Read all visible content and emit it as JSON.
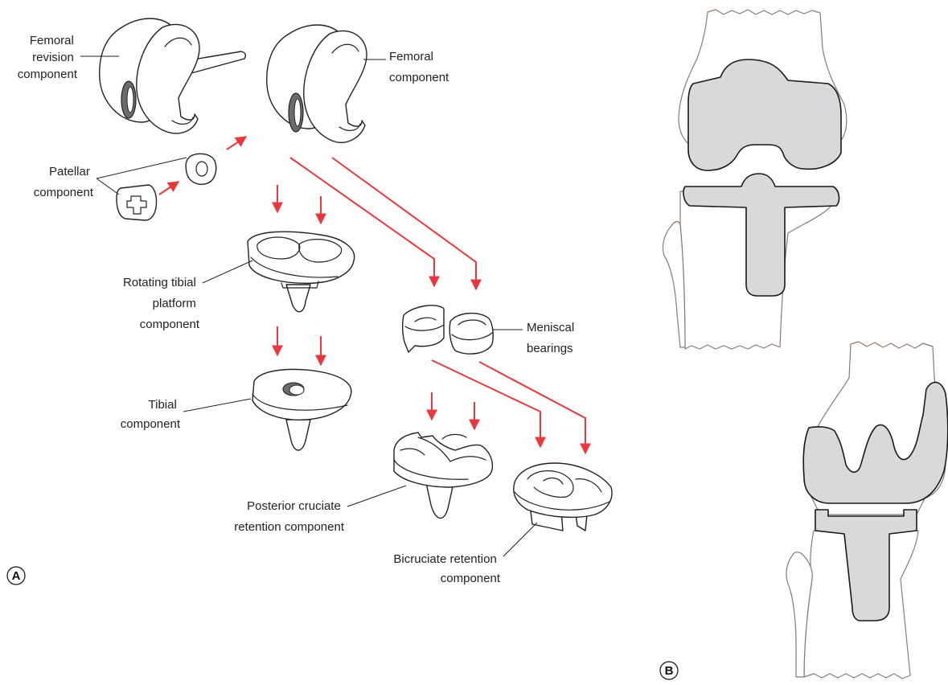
{
  "colors": {
    "arrow": "#e8383d",
    "implant_fill": "#ffffff",
    "implant_stroke": "#222222",
    "prosthesis_fill": "#d9d9db",
    "bone_outline": "#8a7a70"
  },
  "panel_a": {
    "label": "A",
    "labels": {
      "femoral_revision": [
        "Femoral",
        "revision",
        "component"
      ],
      "femoral": [
        "Femoral",
        "component"
      ],
      "patellar": [
        "Patellar",
        "component"
      ],
      "rotating_tibial": [
        "Rotating tibial",
        "platform",
        "component"
      ],
      "tibial": [
        "Tibial",
        "component"
      ],
      "meniscal": [
        "Meniscal",
        "bearings"
      ],
      "posterior_cruciate": [
        "Posterior cruciate",
        "retention component"
      ],
      "bicruciate": [
        "Bicruciate retention",
        "component"
      ]
    }
  },
  "panel_b": {
    "label": "B"
  }
}
